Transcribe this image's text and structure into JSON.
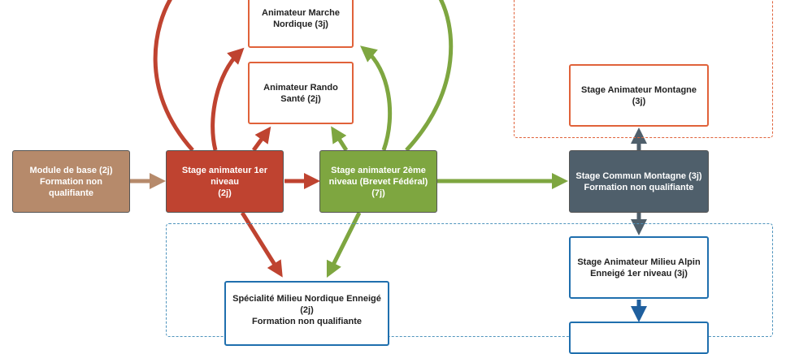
{
  "colors": {
    "red": "#bf4330",
    "green": "#7ea640",
    "tan": "#b68a6b",
    "slate": "#4f5f6b",
    "blue_dark": "#1f5f9e",
    "orange_outline": "#e0623a",
    "blue_outline": "#1f6fae"
  },
  "nodes": {
    "module_base": {
      "lines": [
        "Module de base (2j)",
        "Formation non",
        "qualifiante"
      ]
    },
    "stage_1er": {
      "lines": [
        "Stage animateur 1er",
        "niveau",
        "(2j)"
      ]
    },
    "stage_2eme": {
      "lines": [
        "Stage animateur 2ème",
        "niveau (Brevet Fédéral)",
        "(7j)"
      ]
    },
    "marche_nordique": {
      "lines": [
        "Animateur Marche",
        "Nordique (3j)"
      ]
    },
    "rando_sante": {
      "lines": [
        "Animateur Rando",
        "Santé (2j)"
      ]
    },
    "stage_commun_montagne": {
      "lines": [
        "Stage Commun Montagne (3j)",
        "Formation non qualifiante"
      ]
    },
    "stage_animateur_montagne": {
      "lines": [
        "Stage Animateur Montagne",
        "(3j)"
      ]
    },
    "milieu_alpin": {
      "lines": [
        "Stage Animateur Milieu Alpin",
        "Enneigé 1er niveau (3j)"
      ]
    },
    "specialite_nordique": {
      "lines": [
        "Spécialité Milieu Nordique Enneigé",
        "(2j)",
        "Formation non qualifiante"
      ]
    },
    "next_box": {
      "lines": []
    }
  }
}
